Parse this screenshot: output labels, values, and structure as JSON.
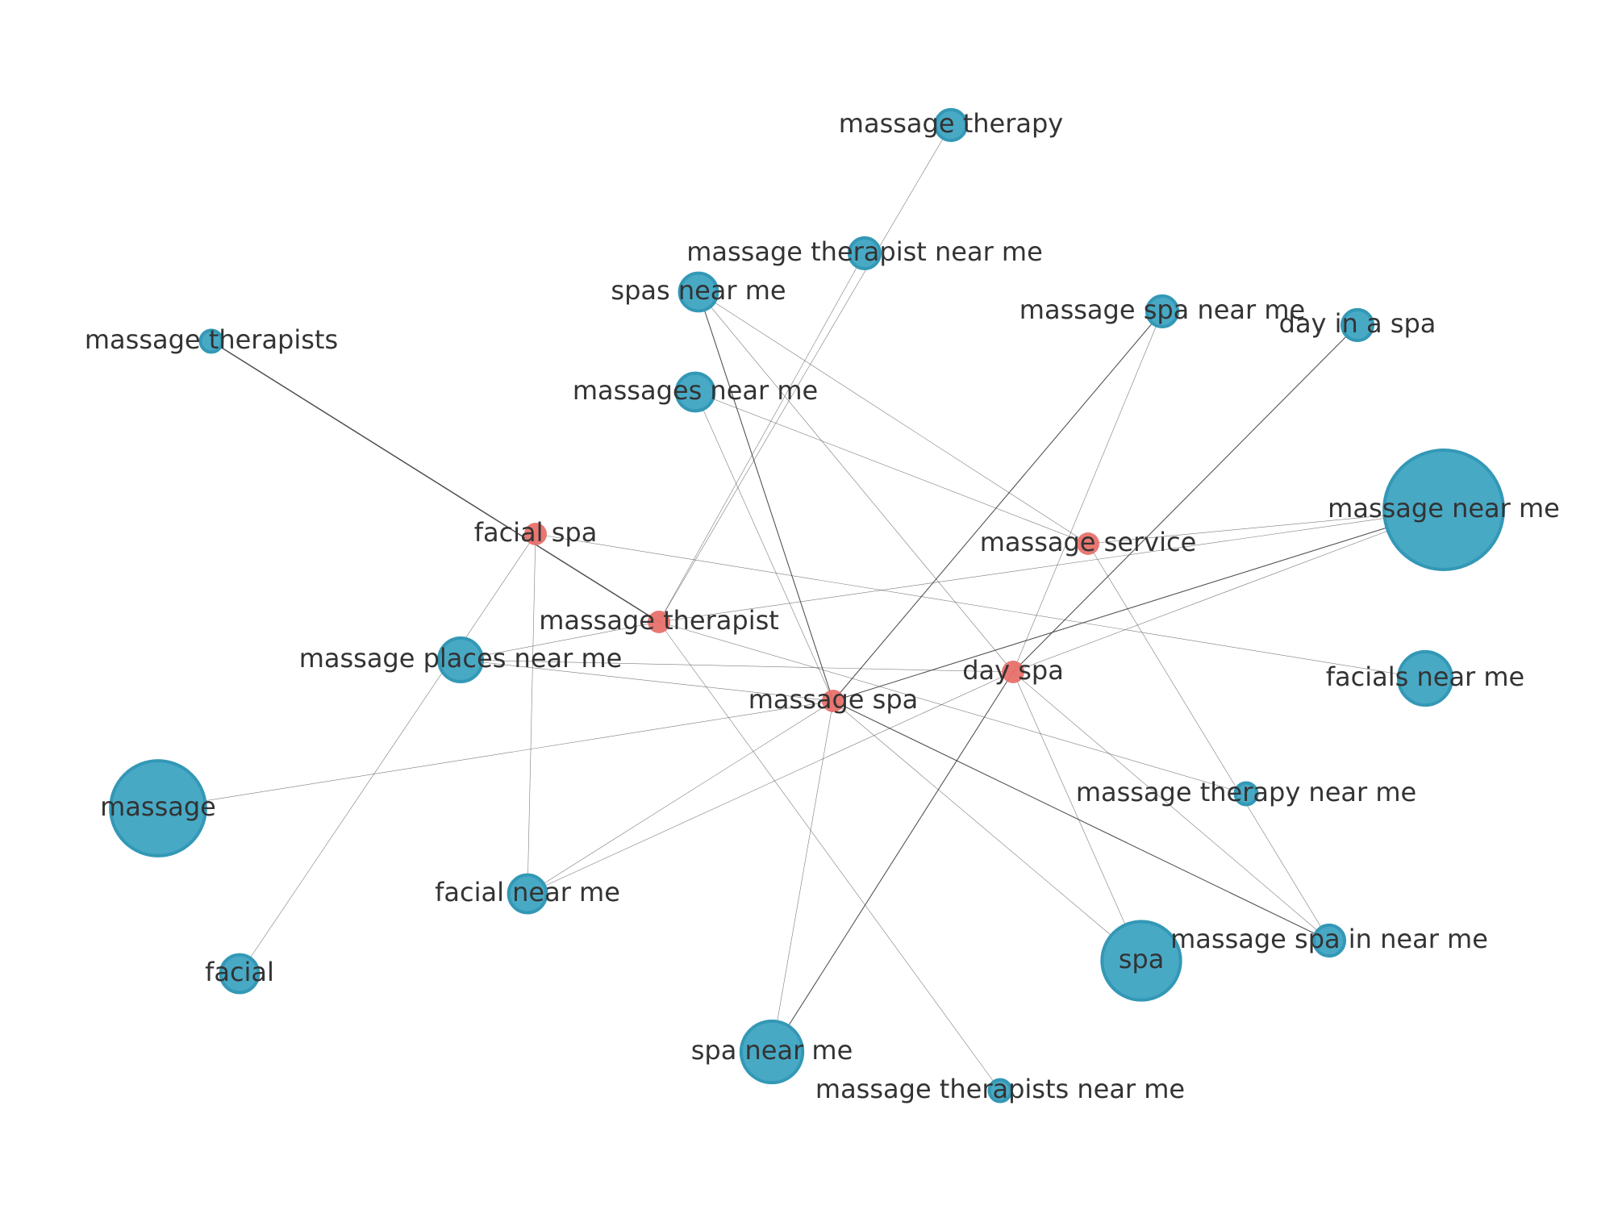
{
  "colors": {
    "keyword_node": "#48a9c5",
    "keyword_node_stroke": "#3398b6",
    "service_node": "#e8716c",
    "edge": "#444444",
    "label": "#333333",
    "background": "#ffffff"
  },
  "nodes": [
    {
      "id": "massage_therapy",
      "label": "massage therapy",
      "group": "keyword",
      "weight": 2
    },
    {
      "id": "massage_therapist_near_me",
      "label": "massage therapist near me",
      "group": "keyword",
      "weight": 2
    },
    {
      "id": "spas_near_me",
      "label": "spas near me",
      "group": "keyword",
      "weight": 3
    },
    {
      "id": "massage_spa_near_me",
      "label": "massage spa near me",
      "group": "keyword",
      "weight": 2
    },
    {
      "id": "day_in_a_spa",
      "label": "day in a spa",
      "group": "keyword",
      "weight": 2
    },
    {
      "id": "massage_therapists",
      "label": "massage therapists",
      "group": "keyword",
      "weight": 1
    },
    {
      "id": "massages_near_me",
      "label": "massages near me",
      "group": "keyword",
      "weight": 3
    },
    {
      "id": "massage_near_me",
      "label": "massage near me",
      "group": "keyword",
      "weight": 30
    },
    {
      "id": "facial_spa",
      "label": "facial spa",
      "group": "service",
      "weight": 1
    },
    {
      "id": "massage_service",
      "label": "massage service",
      "group": "service",
      "weight": 0.3
    },
    {
      "id": "massage_therapist",
      "label": "massage therapist",
      "group": "service",
      "weight": 2
    },
    {
      "id": "massage_places_near_me",
      "label": "massage places near me",
      "group": "keyword",
      "weight": 4
    },
    {
      "id": "day_spa",
      "label": "day spa",
      "group": "service",
      "weight": 2
    },
    {
      "id": "facials_near_me",
      "label": "facials near me",
      "group": "keyword",
      "weight": 6
    },
    {
      "id": "massage_spa",
      "label": "massage spa",
      "group": "service",
      "weight": 2
    },
    {
      "id": "massage",
      "label": "massage",
      "group": "keyword",
      "weight": 19
    },
    {
      "id": "massage_therapy_near_me",
      "label": "massage therapy near me",
      "group": "keyword",
      "weight": 1
    },
    {
      "id": "facial_near_me",
      "label": "facial near me",
      "group": "keyword",
      "weight": 3
    },
    {
      "id": "massage_spa_in_near_me",
      "label": "massage spa in near me",
      "group": "keyword",
      "weight": 2
    },
    {
      "id": "spa",
      "label": "spa",
      "group": "keyword",
      "weight": 13
    },
    {
      "id": "facial",
      "label": "facial",
      "group": "keyword",
      "weight": 3
    },
    {
      "id": "spa_near_me",
      "label": "spa near me",
      "group": "keyword",
      "weight": 8
    },
    {
      "id": "massage_therapists_near_me",
      "label": "massage therapists near me",
      "group": "keyword",
      "weight": 1
    }
  ],
  "edges": [
    {
      "source": "massage_therapist",
      "target": "massage_therapy",
      "weight": 1
    },
    {
      "source": "massage_therapist",
      "target": "massage_therapist_near_me",
      "weight": 1
    },
    {
      "source": "massage_therapist",
      "target": "massage_therapists",
      "weight": 3
    },
    {
      "source": "massage_therapist",
      "target": "massage_places_near_me",
      "weight": 1
    },
    {
      "source": "massage_therapist",
      "target": "massage_therapy_near_me",
      "weight": 1
    },
    {
      "source": "massage_therapist",
      "target": "massage_therapists_near_me",
      "weight": 1
    },
    {
      "source": "massage_therapist",
      "target": "massage_near_me",
      "weight": 1
    },
    {
      "source": "massage_spa",
      "target": "spas_near_me",
      "weight": 2
    },
    {
      "source": "massage_spa",
      "target": "massages_near_me",
      "weight": 1
    },
    {
      "source": "massage_spa",
      "target": "massage_spa_near_me",
      "weight": 2
    },
    {
      "source": "massage_spa",
      "target": "massage_places_near_me",
      "weight": 1
    },
    {
      "source": "massage_spa",
      "target": "massage_near_me",
      "weight": 2
    },
    {
      "source": "massage_spa",
      "target": "massage",
      "weight": 1
    },
    {
      "source": "massage_spa",
      "target": "facial_near_me",
      "weight": 1
    },
    {
      "source": "massage_spa",
      "target": "spa",
      "weight": 1
    },
    {
      "source": "massage_spa",
      "target": "massage_spa_in_near_me",
      "weight": 2
    },
    {
      "source": "massage_spa",
      "target": "spa_near_me",
      "weight": 1
    },
    {
      "source": "day_spa",
      "target": "spas_near_me",
      "weight": 1
    },
    {
      "source": "day_spa",
      "target": "massage_spa_near_me",
      "weight": 1
    },
    {
      "source": "day_spa",
      "target": "day_in_a_spa",
      "weight": 2
    },
    {
      "source": "day_spa",
      "target": "massage_near_me",
      "weight": 1
    },
    {
      "source": "day_spa",
      "target": "massage_places_near_me",
      "weight": 1
    },
    {
      "source": "day_spa",
      "target": "facial_near_me",
      "weight": 1
    },
    {
      "source": "day_spa",
      "target": "spa",
      "weight": 1
    },
    {
      "source": "day_spa",
      "target": "massage_spa_in_near_me",
      "weight": 1
    },
    {
      "source": "day_spa",
      "target": "spa_near_me",
      "weight": 2
    },
    {
      "source": "facial_spa",
      "target": "facial",
      "weight": 1
    },
    {
      "source": "facial_spa",
      "target": "facial_near_me",
      "weight": 1
    },
    {
      "source": "facial_spa",
      "target": "facials_near_me",
      "weight": 1
    },
    {
      "source": "massage_service",
      "target": "spas_near_me",
      "weight": 1
    },
    {
      "source": "massage_service",
      "target": "massages_near_me",
      "weight": 1
    },
    {
      "source": "massage_service",
      "target": "massage_near_me",
      "weight": 1
    },
    {
      "source": "massage_service",
      "target": "massage_spa_in_near_me",
      "weight": 1
    }
  ]
}
